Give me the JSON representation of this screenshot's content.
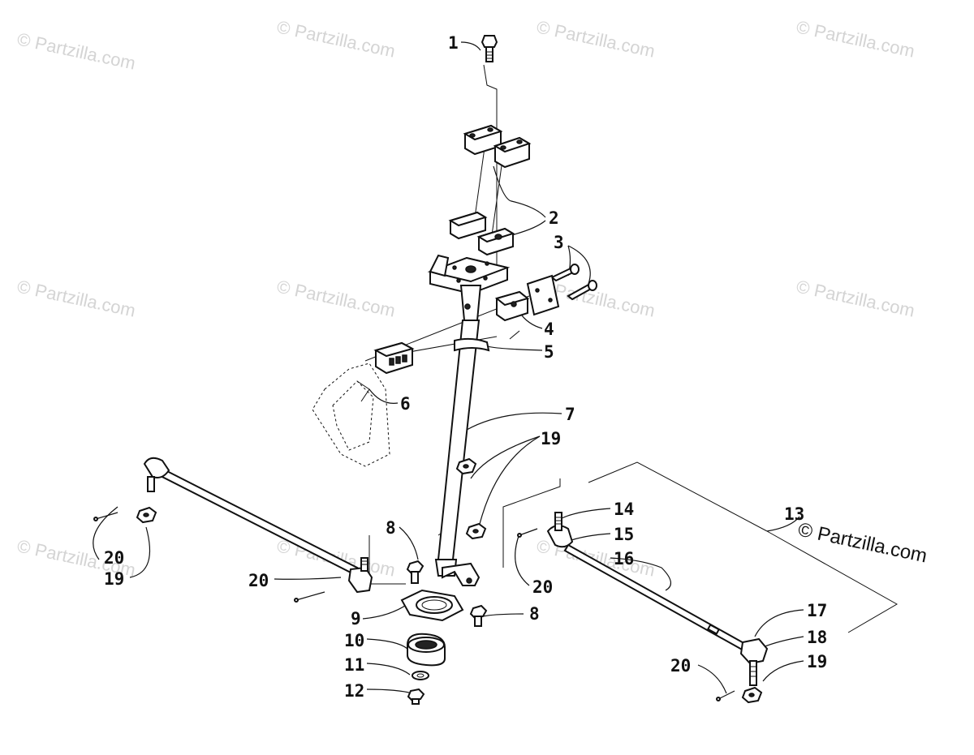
{
  "watermark": {
    "text": "© Partzilla.com",
    "color": "#d4d4d4"
  },
  "main_watermark": {
    "text": "© Partzilla.com",
    "color": "#111111"
  },
  "callouts": {
    "c1": "1",
    "c2": "2",
    "c3": "3",
    "c4": "4",
    "c5": "5",
    "c6": "6",
    "c7": "7",
    "c8a": "8",
    "c8b": "8",
    "c9": "9",
    "c10": "10",
    "c11": "11",
    "c12": "12",
    "c13": "13",
    "c14": "14",
    "c15": "15",
    "c16": "16",
    "c17": "17",
    "c18": "18",
    "c19a": "19",
    "c19b": "19",
    "c19c": "19",
    "c20a": "20",
    "c20b": "20",
    "c20c": "20",
    "c20d": "20"
  },
  "colors": {
    "ink": "#111111",
    "background": "#ffffff"
  }
}
